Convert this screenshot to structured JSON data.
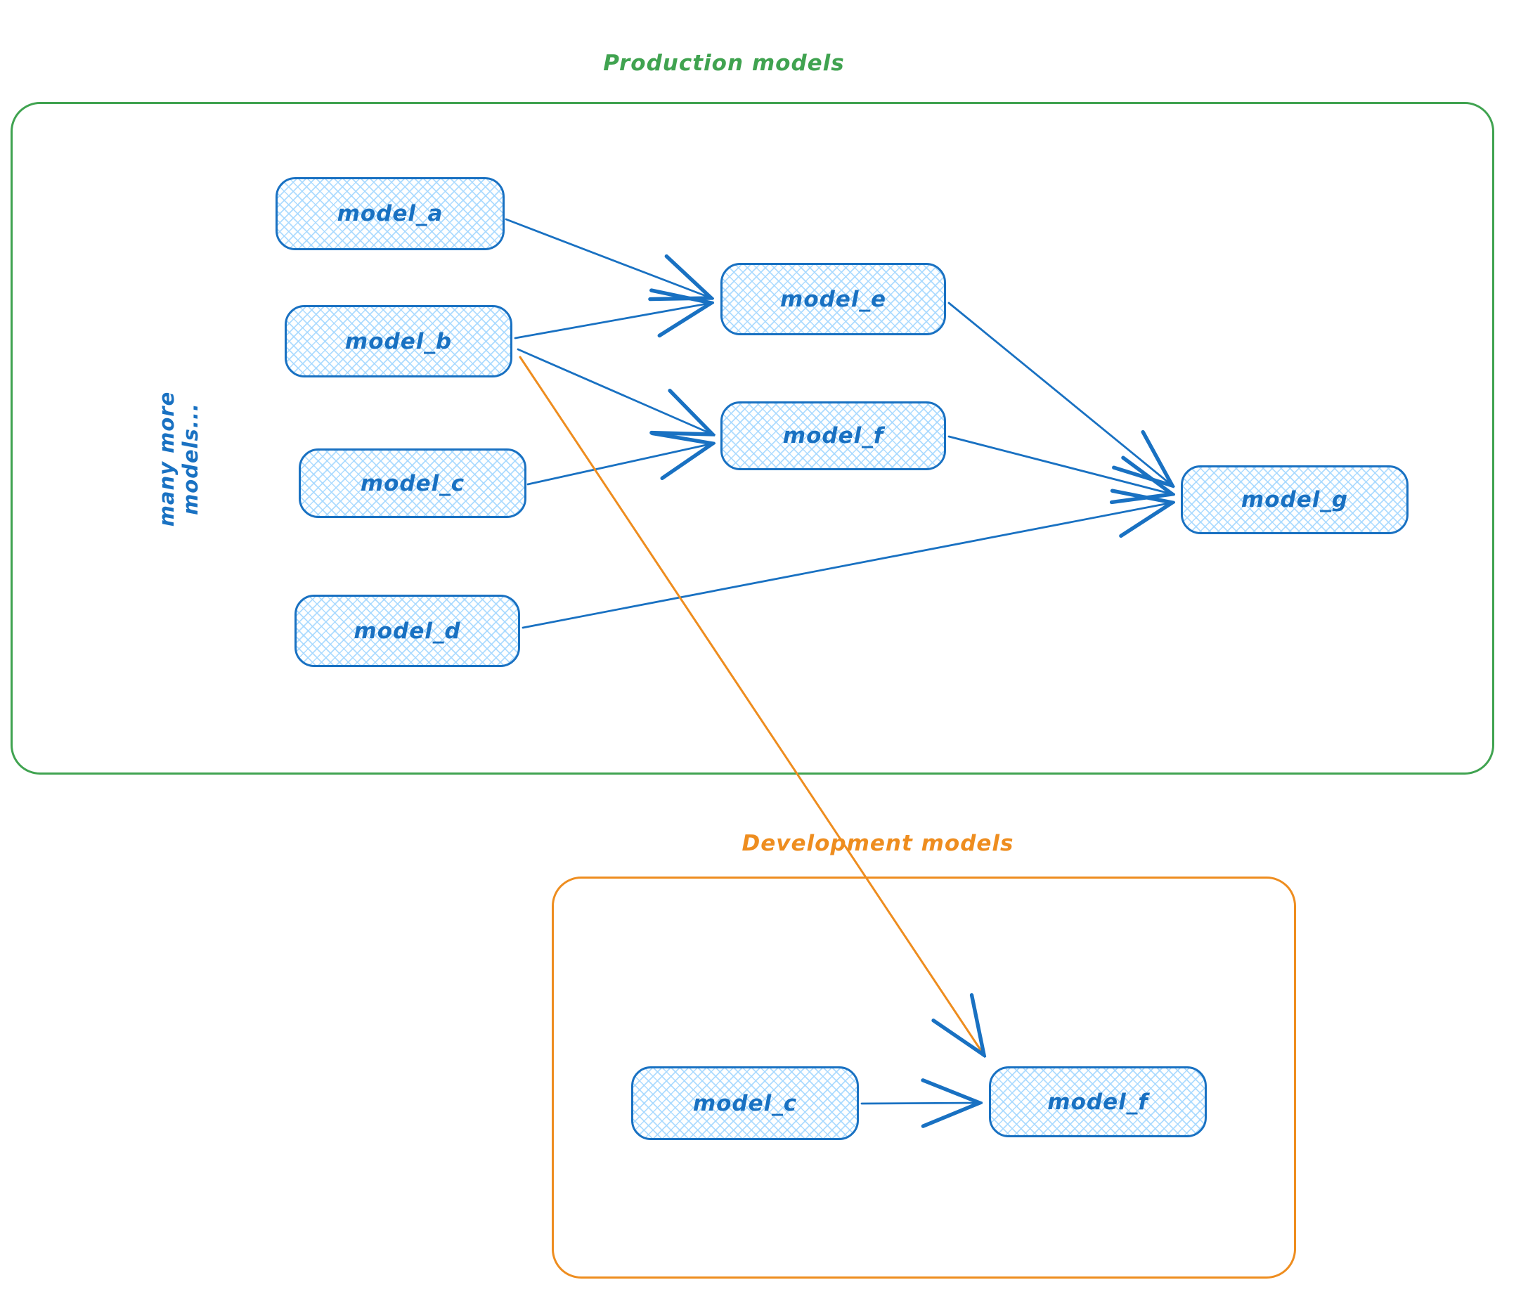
{
  "production": {
    "title": "Production models",
    "note": "many more models...",
    "nodes": [
      {
        "id": "model_a",
        "label": "model_a"
      },
      {
        "id": "model_b",
        "label": "model_b"
      },
      {
        "id": "model_c",
        "label": "model_c"
      },
      {
        "id": "model_d",
        "label": "model_d"
      },
      {
        "id": "model_e",
        "label": "model_e"
      },
      {
        "id": "model_f",
        "label": "model_f"
      },
      {
        "id": "model_g",
        "label": "model_g"
      }
    ]
  },
  "development": {
    "title": "Development models",
    "nodes": [
      {
        "id": "model_c",
        "label": "model_c"
      },
      {
        "id": "model_f",
        "label": "model_f"
      }
    ]
  },
  "edges": [
    {
      "from": "model_a",
      "to": "model_e",
      "section": "production",
      "color": "blue"
    },
    {
      "from": "model_b",
      "to": "model_e",
      "section": "production",
      "color": "blue"
    },
    {
      "from": "model_b",
      "to": "model_f",
      "section": "production",
      "color": "blue"
    },
    {
      "from": "model_c",
      "to": "model_f",
      "section": "production",
      "color": "blue"
    },
    {
      "from": "model_e",
      "to": "model_g",
      "section": "production",
      "color": "blue"
    },
    {
      "from": "model_f",
      "to": "model_g",
      "section": "production",
      "color": "blue"
    },
    {
      "from": "model_d",
      "to": "model_g",
      "section": "production",
      "color": "blue"
    },
    {
      "from": "model_c",
      "to": "model_f",
      "section": "development",
      "color": "blue"
    },
    {
      "from": "production.model_b",
      "to": "development.model_f",
      "section": "cross",
      "color": "orange"
    }
  ],
  "colors": {
    "node_stroke": "#1971c2",
    "node_fill": "#a5d8ff",
    "production_border": "#40a350",
    "development_border": "#ee8d1f",
    "cross_edge": "#ee8d1f"
  }
}
